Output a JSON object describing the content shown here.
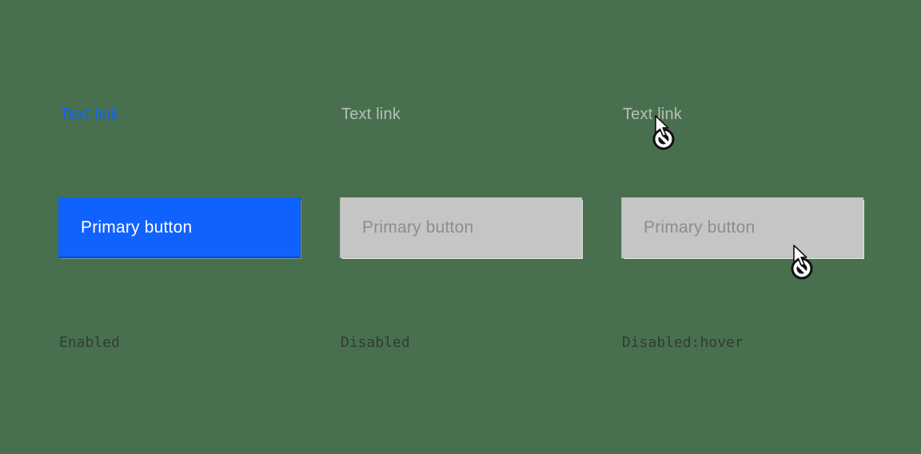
{
  "page": {
    "background_color": "#48704e"
  },
  "columns": [
    {
      "state": "enabled",
      "link_label": "Text link",
      "button_label": "Primary button",
      "state_label": "Enabled",
      "link_color": "#0f62fe",
      "button_bg": "#0f62fe",
      "button_text_color": "#ffffff"
    },
    {
      "state": "disabled",
      "link_label": "Text link",
      "button_label": "Primary button",
      "state_label": "Disabled",
      "link_color": "#c6c6c6",
      "button_bg": "#c6c6c6",
      "button_text_color": "#8d8d8d"
    },
    {
      "state": "disabled-hover",
      "link_label": "Text link",
      "button_label": "Primary button",
      "state_label": "Disabled:hover",
      "link_color": "#c6c6c6",
      "button_bg": "#c6c6c6",
      "button_text_color": "#8d8d8d"
    }
  ],
  "cursors": [
    {
      "type": "not-allowed",
      "location": "over-disabled-text-link"
    },
    {
      "type": "not-allowed",
      "location": "over-disabled-button-corner"
    }
  ],
  "colors": {
    "background": "#48704e",
    "primary_blue": "#0f62fe",
    "disabled_bg": "#c6c6c6",
    "disabled_text": "#8d8d8d",
    "state_label_text": "#2a2f2a"
  }
}
